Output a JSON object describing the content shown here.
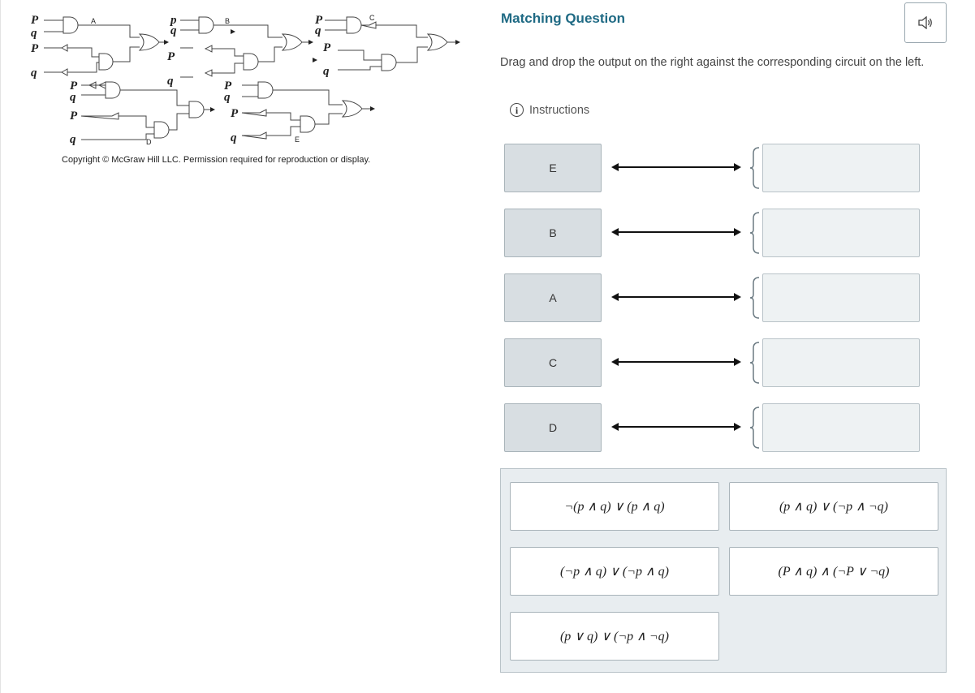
{
  "figure": {
    "variables": [
      "P",
      "q",
      "P",
      "q",
      "p",
      "q",
      "P",
      "P",
      "q",
      "P",
      "q",
      "q",
      "P",
      "q",
      "P",
      "q",
      "P",
      "q",
      "P",
      "q"
    ],
    "gate_labels": [
      "A",
      "B",
      "C",
      "D",
      "E"
    ],
    "copyright": "Copyright © McGraw Hill LLC. Permission required for reproduction or display."
  },
  "question": {
    "title": "Matching Question",
    "instructions": "Drag and drop the output on the right against the corresponding circuit on the left.",
    "instructions_link": "Instructions"
  },
  "prompts": [
    {
      "label": "E"
    },
    {
      "label": "B"
    },
    {
      "label": "A"
    },
    {
      "label": "C"
    },
    {
      "label": "D"
    }
  ],
  "answers": [
    {
      "text": "¬(p ∧ q) ∨ (p ∧ q)"
    },
    {
      "text": "(p ∧ q) ∨ (¬p ∧ ¬q)"
    },
    {
      "text": "(¬p ∧ q) ∨ (¬p ∧ q)"
    },
    {
      "text": "(P ∧ q) ∧ (¬P ∨ ¬q)"
    },
    {
      "text": "(p ∨ q) ∨ (¬p ∧ ¬q)"
    }
  ],
  "colors": {
    "title": "#1f6a84",
    "prompt_bg": "#d8dee2",
    "drop_bg": "#eef2f3",
    "pool_bg": "#e8edf0"
  },
  "icons": {
    "audio": "speaker-icon",
    "info": "info-icon"
  }
}
